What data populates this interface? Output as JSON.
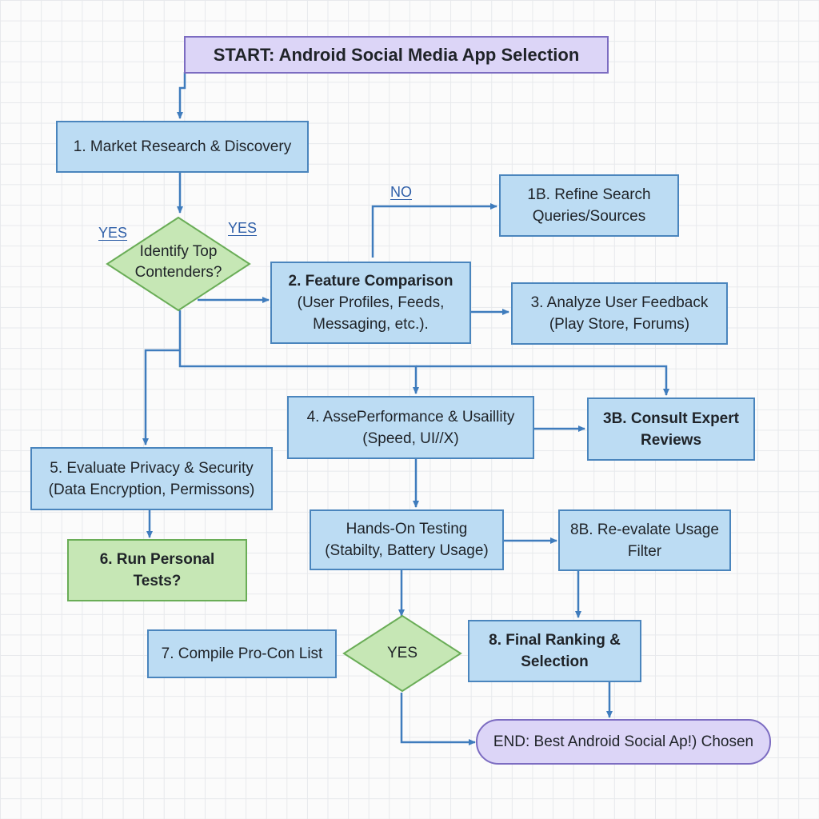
{
  "nodes": {
    "start": {
      "lines": [
        "START: Android Social Media App Selection"
      ]
    },
    "n1": {
      "lines": [
        "1. Market Research & Discovery"
      ]
    },
    "n1b": {
      "lines": [
        "1B. Refine Search",
        "Queries/Sources"
      ]
    },
    "d_identify": {
      "lines": [
        "Identify Top",
        "Contenders?"
      ]
    },
    "n2": {
      "lines": [
        "2. Feature Comparison",
        "(User Profiles, Feeds,",
        "Messaging, etc.)."
      ]
    },
    "n3": {
      "lines": [
        "3. Analyze User Feedback",
        "(Play Store, Forums)"
      ]
    },
    "n4": {
      "lines": [
        "4. AssePerformance & Usaillity",
        "(Speed, UI//X)"
      ]
    },
    "n3b": {
      "lines": [
        "3B. Consult Expert",
        "Reviews"
      ]
    },
    "n5": {
      "lines": [
        "5. Evaluate Privacy & Security",
        "(Data Encryption, Permissons)"
      ]
    },
    "n6": {
      "lines": [
        "6. Run Personal",
        "Tests?"
      ]
    },
    "hands_on": {
      "lines": [
        "Hands-On Testing",
        "(Stabilty, Battery Usage)"
      ]
    },
    "n8b": {
      "lines": [
        "8B. Re-evalate Usage",
        "Filter"
      ]
    },
    "n7": {
      "lines": [
        "7. Compile Pro-Con List"
      ]
    },
    "d_yes": {
      "lines": [
        "YES"
      ]
    },
    "n8": {
      "lines": [
        "8. Final Ranking &",
        "Selection"
      ]
    },
    "end": {
      "lines": [
        "END: Best Android Social Ap!) Chosen"
      ]
    }
  },
  "edge_labels": {
    "yes_left": "YES",
    "yes_right": "YES",
    "no": "NO"
  },
  "colors": {
    "process_fill": "#bcdcf3",
    "process_border": "#4a85bd",
    "decision_fill": "#c6e7b5",
    "decision_border": "#6aad57",
    "terminal_fill": "#dcd5f7",
    "terminal_border": "#7c6cc1",
    "connector": "#3f7cbd",
    "edge_label": "#2f5fa8"
  }
}
